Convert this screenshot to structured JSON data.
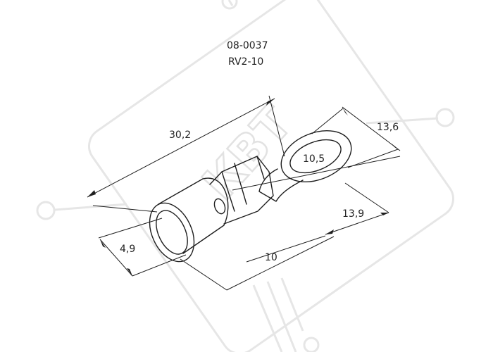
{
  "part": {
    "code": "08-0037",
    "model": "RV2-10"
  },
  "dimensions": {
    "overall_length": "30,2",
    "ring_width": "13,6",
    "hole_diameter": "10,5",
    "ring_section": "13,9",
    "barrel_length": "10",
    "barrel_diameter": "4,9"
  },
  "watermark": {
    "text": "КВТ"
  },
  "colors": {
    "line": "#1e1e1e",
    "watermark": "#e6e6e6"
  }
}
